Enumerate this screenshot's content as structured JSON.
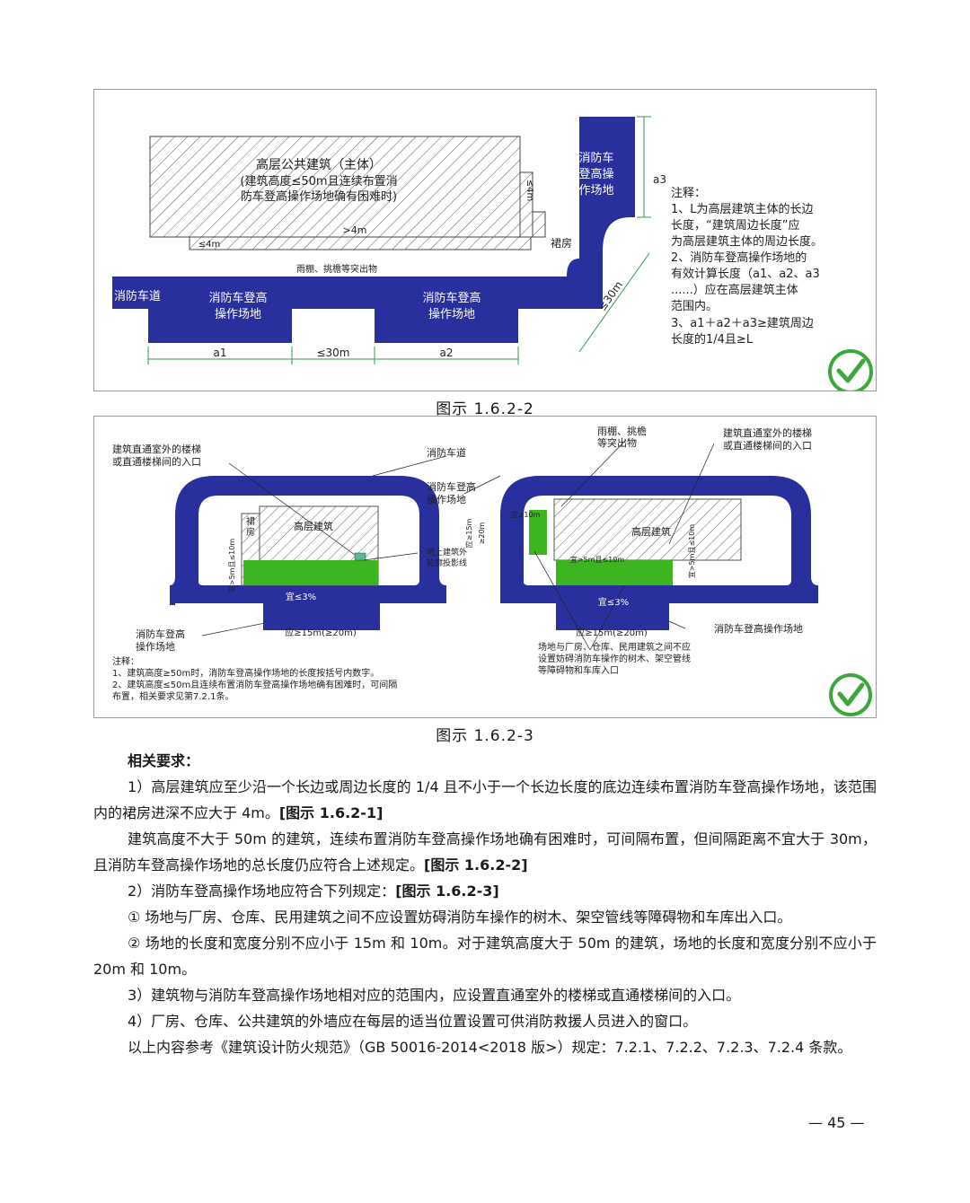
{
  "figure1": {
    "caption": "图示 1.6.2-2",
    "building_title": "高层公共建筑（主体）",
    "building_note_1": "(建筑高度≤50m且连续布置消",
    "building_note_2": "防车登高操作场地确有困难时)",
    "dim_4m_right": "≤4m",
    "dim_4m_mid": ">4m",
    "dim_4m_left": "≤4m",
    "podium": "裙房",
    "canopy": "雨棚、挑檐等突出物",
    "road_label": "消防车道",
    "pad_left_1": "消防车登高",
    "pad_left_2": "操作场地",
    "pad_mid_1": "消防车登高",
    "pad_mid_2": "操作场地",
    "pad_right_1": "消防车",
    "pad_right_2": "登高操",
    "pad_right_3": "作场地",
    "dim_a1": "a1",
    "dim_gap": "≤30m",
    "dim_a2": "a2",
    "dim_a3": "a3",
    "dim_diag": "≤30m",
    "notes": [
      "注释：",
      "1、L为高层建筑主体的长边",
      "长度，“建筑周边长度”应",
      "为高层建筑主体的周边长度。",
      "2、消防车登高操作场地的",
      "有效计算长度（a1、a2、a3",
      "......）应在高层建筑主体",
      "范围内。",
      "3、a1＋a2＋a3≥建筑周边",
      "长度的1/4且≥L"
    ]
  },
  "figure2": {
    "caption": "图示 1.6.2-3",
    "label_stairs": [
      "建筑直通室外的楼梯",
      "或直通楼梯间的入口"
    ],
    "label_road": "消防车道",
    "label_pad_top": [
      "消防车登高",
      "操作场地"
    ],
    "label_canopy": [
      "雨棚、挑檐",
      "等突出物"
    ],
    "label_stairs_right": [
      "建筑直通室外的楼梯",
      "或直通楼梯间的入口"
    ],
    "building_left": "高层建筑",
    "building_right": "高层建筑",
    "podium": [
      "裙",
      "房"
    ],
    "label_outline": [
      "地上建筑外",
      "轮廓投影线"
    ],
    "slope_left": "宜≤3%",
    "slope_right": "宜≤3%",
    "dim_left_bottom": "应≥15m(≥20m)",
    "dim_right_bottom": "应≥15m(≥20m)",
    "dim_left_side": "宜>5m且≤10m",
    "dim_mid_top": "应≥10m",
    "dim_mid_side": "应≥15m",
    "dim_mid_side2": "≥20m",
    "dim_right_mid": "宜>5m且≤10m",
    "dim_right_side": "宜>5m且≤10m",
    "label_pad_bottom_left": [
      "消防车登高",
      "操作场地"
    ],
    "label_pad_bottom_right": "消防车登高操作场地",
    "label_obstacle": [
      "场地与厂房、仓库、民用建筑之间不应",
      "设置妨碍消防车操作的树木、架空管线",
      "等障碍物和车库入口"
    ],
    "notes": [
      "注释：",
      "1、建筑高度≥50m时，消防车登高操作场地的长度按括号内数字。",
      "2、建筑高度≤50m且连续布置消防车登高操作场地确有困难时，可间隔",
      "布置，相关要求见第7.2.1条。"
    ]
  },
  "text": {
    "heading": "相关要求：",
    "p1": "1）高层建筑应至少沿一个长边或周边长度的 1/4 且不小于一个长边长度的底边连续布置消防车登高操作场地，该范围内的裙房进深不应大于 4m。",
    "p1_ref": "[图示 1.6.2-1]",
    "p2": "建筑高度不大于 50m 的建筑，连续布置消防车登高操作场地确有困难时，可间隔布置，但间隔距离不宜大于 30m，且消防车登高操作场地的总长度仍应符合上述规定。",
    "p2_ref": "[图示 1.6.2-2]",
    "p3": "2）消防车登高操作场地应符合下列规定：",
    "p3_ref": "[图示 1.6.2-3]",
    "p4": "① 场地与厂房、仓库、民用建筑之间不应设置妨碍消防车操作的树木、架空管线等障碍物和车库出入口。",
    "p5": "② 场地的长度和宽度分别不应小于 15m 和 10m。对于建筑高度大于 50m 的建筑，场地的长度和宽度分别不应小于 20m 和 10m。",
    "p6": "3）建筑物与消防车登高操作场地相对应的范围内，应设置直通室外的楼梯或直通楼梯间的入口。",
    "p7": "4）厂房、仓库、公共建筑的外墙应在每层的适当位置设置可供消防救援人员进入的窗口。",
    "p8": "以上内容参考《建筑设计防火规范》（GB 50016-2014<2018 版>）规定：7.2.1、7.2.2、7.2.3、7.2.4 条款。"
  },
  "page_number": "— 45 —",
  "colors": {
    "road": "#2a2f9e",
    "pad": "#3cb521",
    "check": "#3aa83a"
  }
}
